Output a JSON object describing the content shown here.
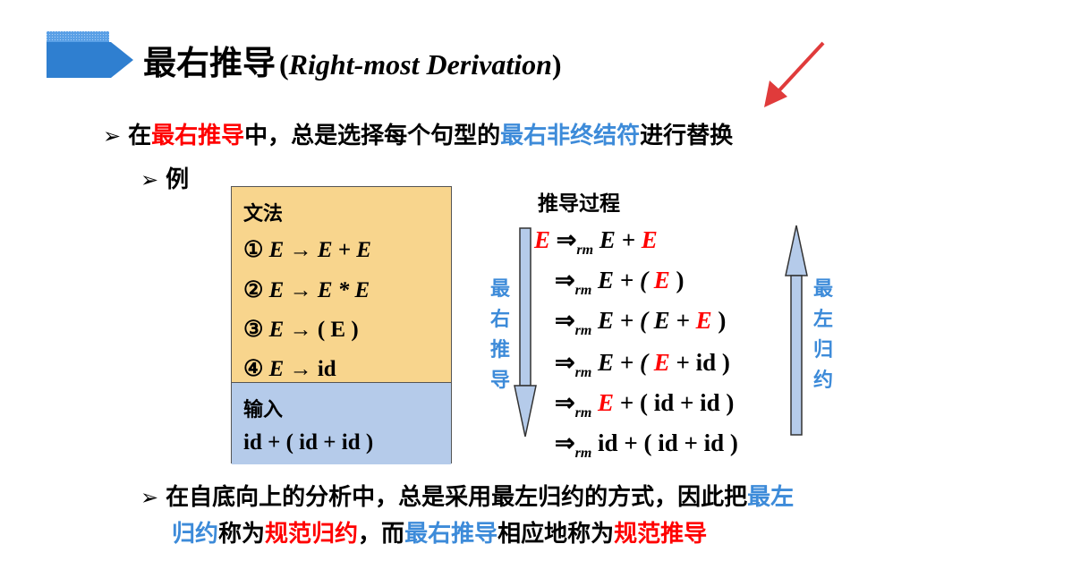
{
  "title": {
    "zh": "最右推导",
    "en_open": "(",
    "en_italic": "Right-most Derivation",
    "en_close": ")"
  },
  "bullet_glyph": "➢",
  "line1": {
    "p1": "在",
    "p2": "最右推导",
    "p3": "中，总是选择每个句型的",
    "p4": "最右非终结符",
    "p5": "进行替换"
  },
  "example_label": "例",
  "grammar": {
    "header": "文法",
    "rules": [
      {
        "num": "①",
        "lhs": "E",
        "arrow": "→",
        "rhs": "E + E"
      },
      {
        "num": "②",
        "lhs": "E",
        "arrow": "→",
        "rhs": "E * E"
      },
      {
        "num": "③",
        "lhs": "E",
        "arrow": "→",
        "rhs": "( E )"
      },
      {
        "num": "④",
        "lhs": "E",
        "arrow": "→",
        "rhs": "id"
      }
    ],
    "input_label": "输入",
    "input_value": "id + ( id +  id )"
  },
  "derivation": {
    "title": "推导过程",
    "arrow_sym": "⇒",
    "sub": "rm",
    "left_label": [
      "最",
      "右",
      "推",
      "导"
    ],
    "right_label": [
      "最",
      "左",
      "归",
      "约"
    ],
    "start": "E",
    "steps": [
      {
        "pre": "E + ",
        "hl": "E",
        "post": ""
      },
      {
        "pre": "E + ( ",
        "hl": "E",
        "post": " )"
      },
      {
        "pre": "E + ( E + ",
        "hl": "E",
        "post": " )"
      },
      {
        "pre": "E + ( ",
        "hl": "E",
        "post": " + id )"
      },
      {
        "pre": "",
        "hl": "E",
        "post": " + ( id + id )"
      },
      {
        "pre": "id + ( id + id )",
        "hl": "",
        "post": ""
      }
    ]
  },
  "line3": {
    "p1": "在自底向上的分析中，总是采用最左归约的方式，因此把",
    "p2": "最左",
    "p3": "归约",
    "p4": "称为",
    "p5": "规范归约",
    "p6": "，而",
    "p7": "最右推导",
    "p8": "相应地称为",
    "p9": "规范推导"
  },
  "colors": {
    "red": "#ff0000",
    "blue": "#3d8bd9",
    "grammar_bg": "#f8d58d",
    "input_bg": "#b5cbea",
    "banner": "#2f7fd0"
  }
}
